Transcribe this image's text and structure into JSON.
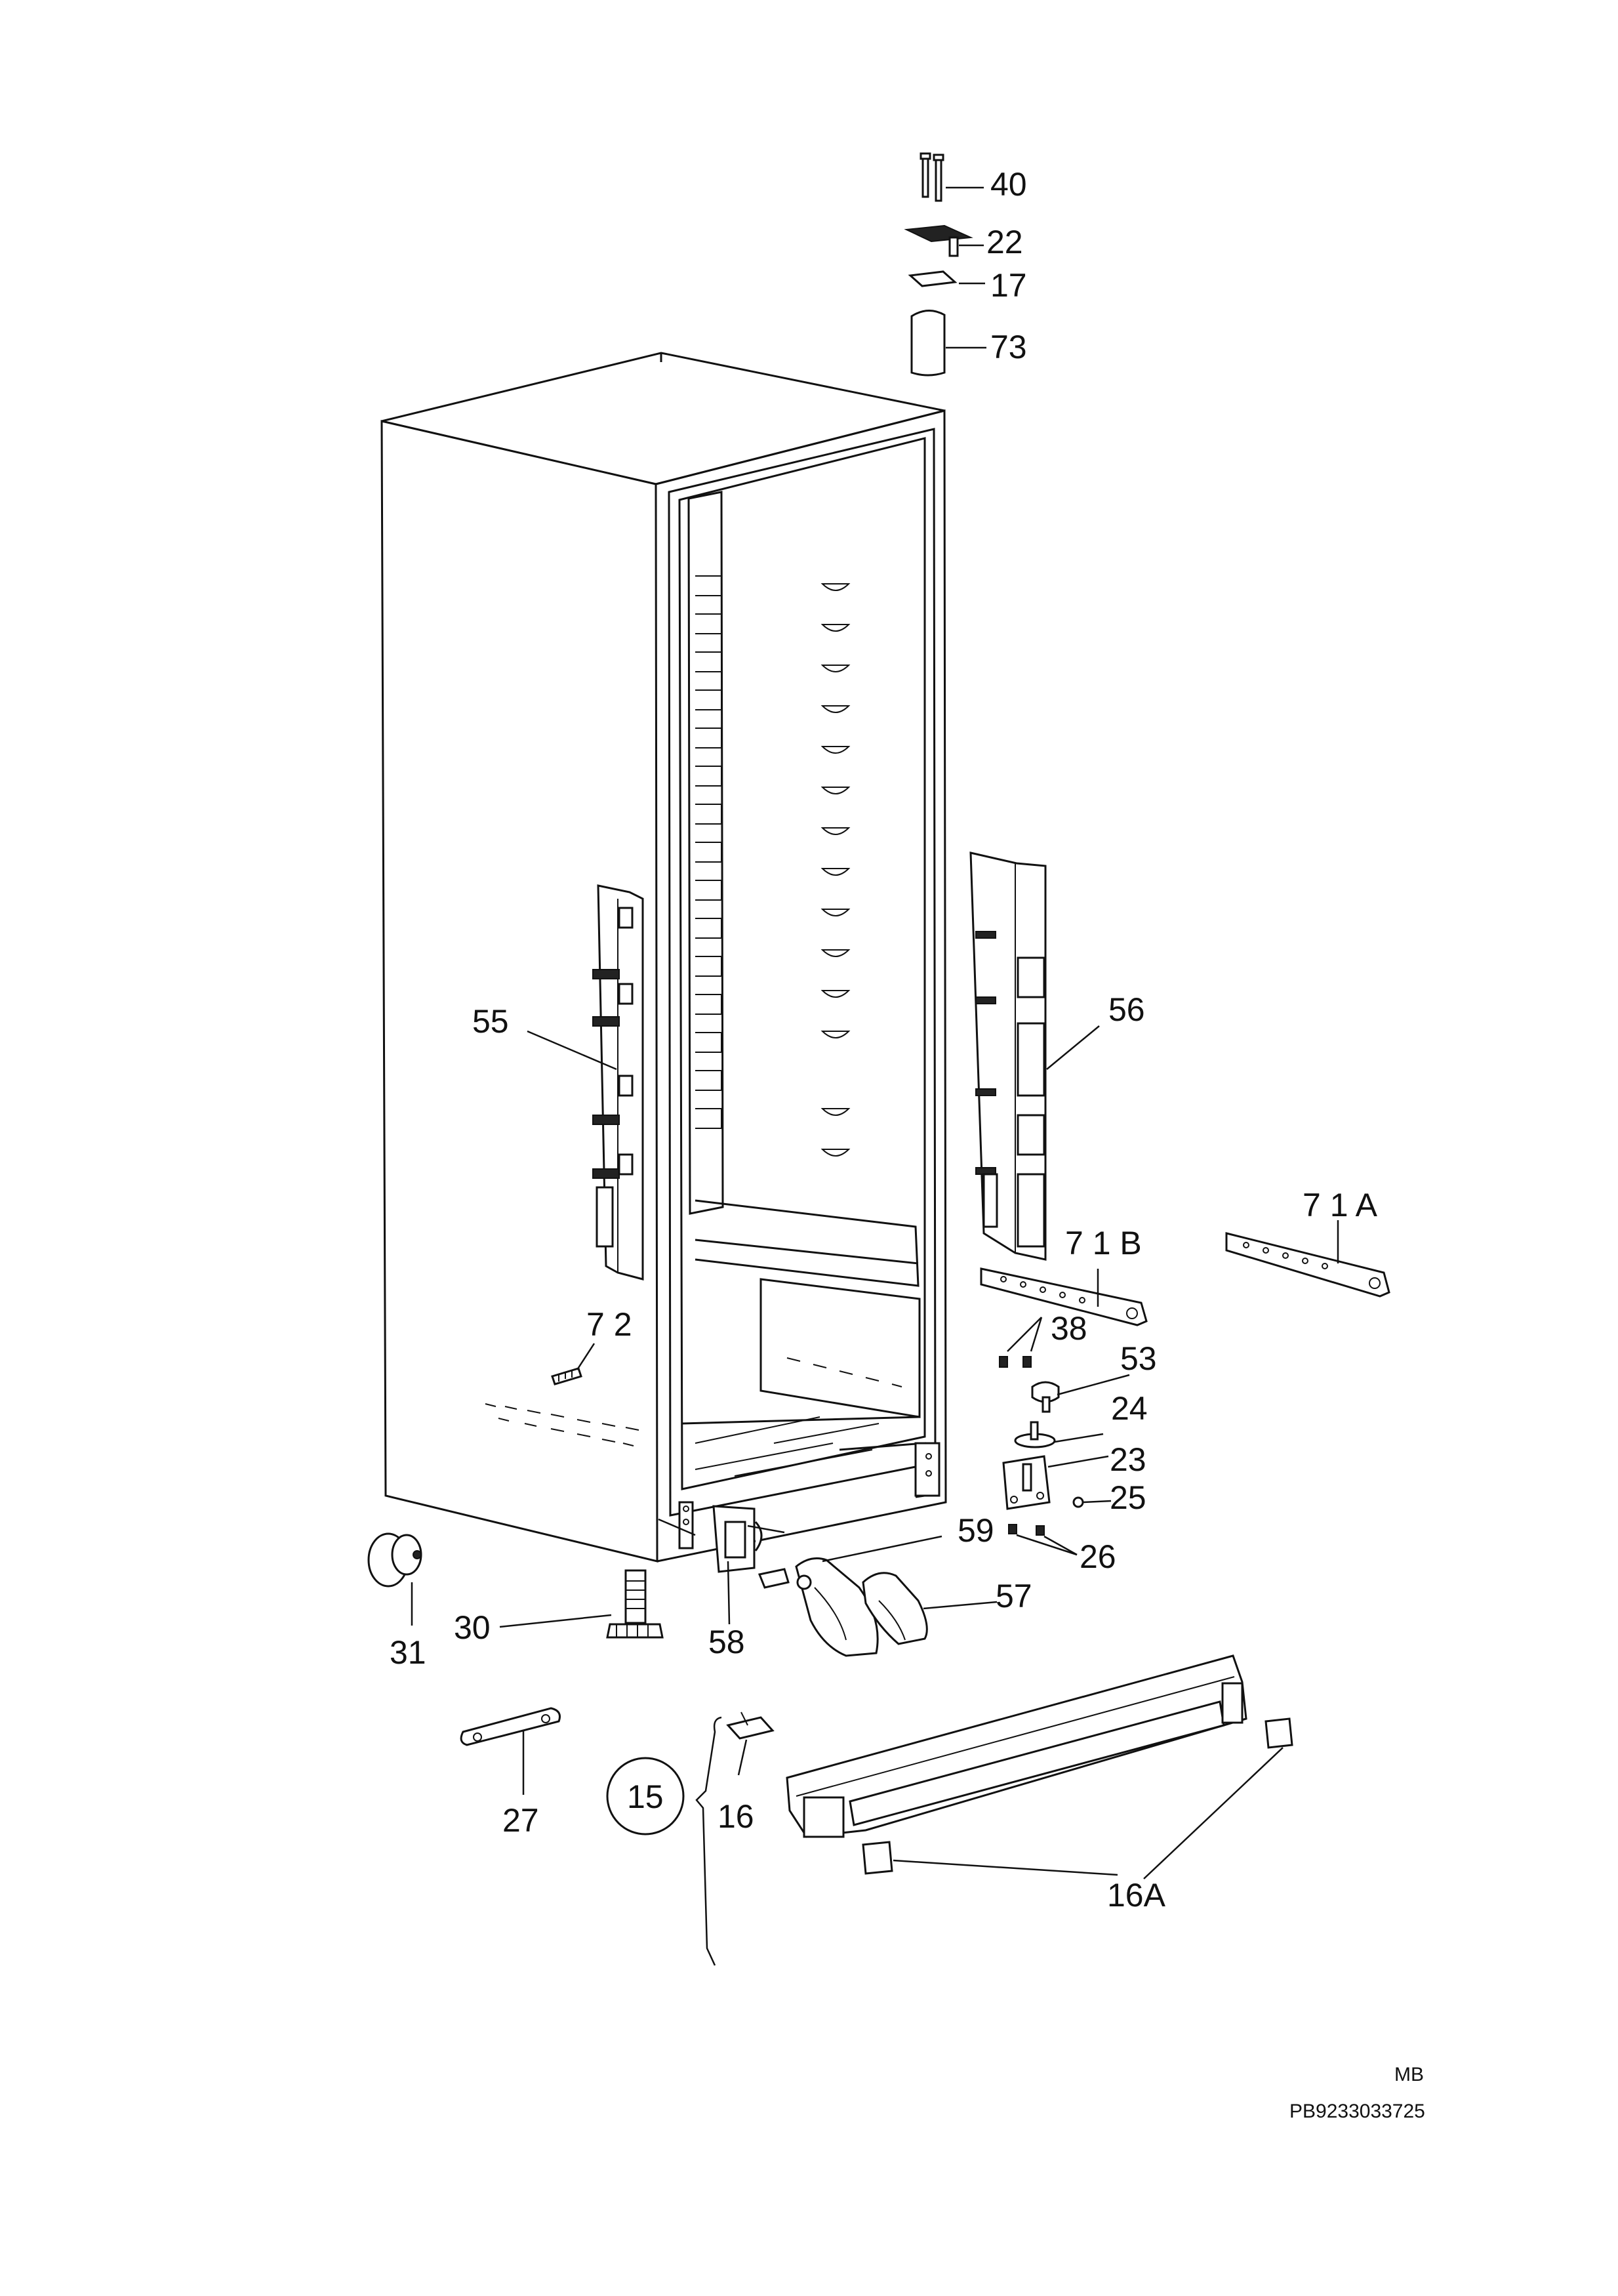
{
  "callouts": {
    "c40": "40",
    "c22": "22",
    "c17": "17",
    "c73": "73",
    "c55": "55",
    "c56": "56",
    "c71a": "7 1 A",
    "c71b": "7 1 B",
    "c72": "7 2",
    "c38": "38",
    "c53": "53",
    "c24": "24",
    "c23": "23",
    "c25": "25",
    "c59": "59",
    "c26": "26",
    "c57": "57",
    "c31": "31",
    "c30": "30",
    "c58": "58",
    "c27": "27",
    "c15": "15",
    "c16": "16",
    "c16a": "16A"
  },
  "footer": {
    "code": "MB",
    "part_number": "PB9233033725"
  }
}
